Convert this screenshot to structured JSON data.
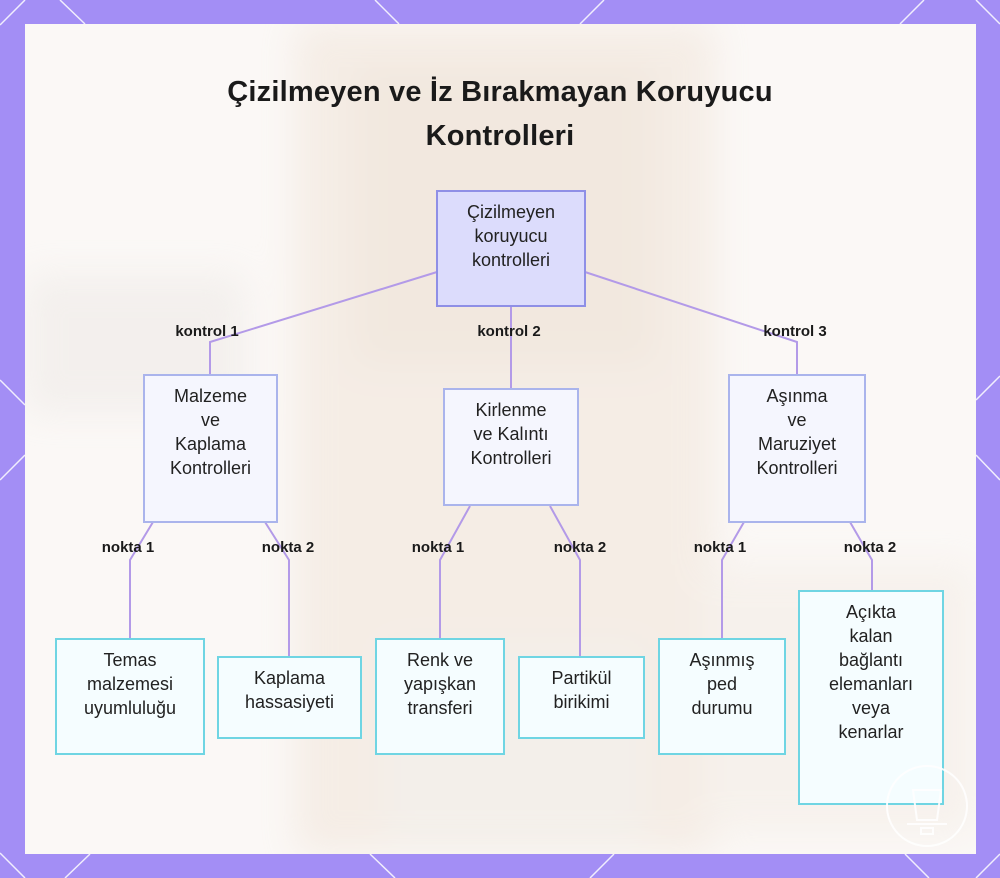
{
  "title_lines": [
    "Çizilmeyen ve İz Bırakmayan Koruyucu",
    "Kontrolleri"
  ],
  "colors": {
    "frame": "#a38ef5",
    "panel": "#fbf8f6",
    "root_fill": "#dcdcfc",
    "root_border": "#8f8fe6",
    "mid_fill": "#f5f6fe",
    "mid_border": "#aab4ec",
    "leaf_fill": "#f5fdff",
    "leaf_border": "#6fd5e3",
    "edge": "#b39ae8"
  },
  "root": {
    "lines": [
      "Çizilmeyen",
      "koruyucu",
      "kontrolleri"
    ]
  },
  "groups": [
    {
      "edge_label": "kontrol 1",
      "lines": [
        "Malzeme",
        "ve",
        "Kaplama",
        "Kontrolleri"
      ],
      "leaves": [
        {
          "edge_label": "nokta 1",
          "lines": [
            "Temas",
            "malzemesi",
            "uyumluluğu"
          ]
        },
        {
          "edge_label": "nokta 2",
          "lines": [
            "Kaplama",
            "hassasiyeti"
          ]
        }
      ]
    },
    {
      "edge_label": "kontrol 2",
      "lines": [
        "Kirlenme",
        "ve Kalıntı",
        "Kontrolleri"
      ],
      "leaves": [
        {
          "edge_label": "nokta 1",
          "lines": [
            "Renk ve",
            "yapışkan",
            "transferi"
          ]
        },
        {
          "edge_label": "nokta 2",
          "lines": [
            "Partikül",
            "birikimi"
          ]
        }
      ]
    },
    {
      "edge_label": "kontrol 3",
      "lines": [
        "Aşınma",
        "ve",
        "Maruziyet",
        "Kontrolleri"
      ],
      "leaves": [
        {
          "edge_label": "nokta 1",
          "lines": [
            "Aşınmış",
            "ped",
            "durumu"
          ]
        },
        {
          "edge_label": "nokta 2",
          "lines": [
            "Açıkta",
            "kalan",
            "bağlantı",
            "elemanları",
            "veya",
            "kenarlar"
          ]
        }
      ]
    }
  ]
}
